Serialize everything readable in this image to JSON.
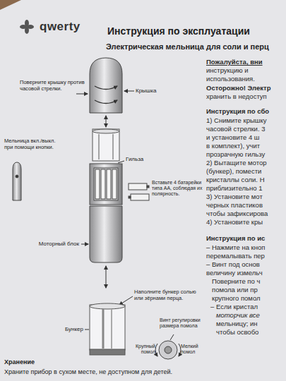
{
  "diagram": {
    "title": "Инструкция по эксплуатации",
    "labels": [
      "qwerty",
      "Электрическая мельница для соли и перц",
      "Пожалуйста, вни",
      "инструкцию и",
      "использования.",
      "Осторожно! Электр",
      "хранить в недоступ",
      "Инструкция по сбо",
      "1) Снимите крышку",
      "часовой стрелки. 3",
      "и установите 4 ш",
      "в комплект), учит",
      "прозрачную гильзу",
      "2) Вытащите мотор",
      "(бункер), помести",
      "кристаллы соли. Н",
      "приблизительно 1",
      "3) Установите мот",
      "черных пластиков",
      "чтобы зафиксирова",
      "4) Установите кры",
      "Инструкция по ис",
      "– Нажмите на кноп",
      "перемалывать пер",
      "– Винт под основ",
      "величину измельч",
      "Поверните по ч",
      "помола или пр",
      "крупного помол",
      "– Если кристал",
      "моторчик все",
      "мельницу; ин",
      "чтобы освобо",
      "Поверните крышку против часовой стрелки.",
      "Крышка",
      "Мельница вкл./выкл. при помощи кнопки.",
      "Гильза",
      "Вставьте 4 батарейки типа АА, соблюдая их полярность.",
      "Моторный блок",
      "Наполните бункер солью или зёрнами перца.",
      "Бункер",
      "Винт регулировки размера помола",
      "Крупный помол",
      "Мелкий помол",
      "Хранение",
      "Храните прибор в сухом месте, не доступном для детей."
    ]
  }
}
